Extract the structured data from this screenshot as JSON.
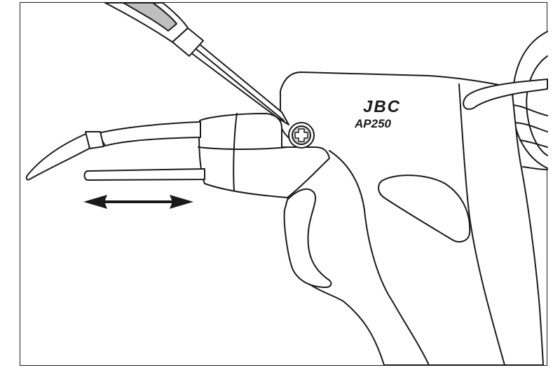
{
  "labels": {
    "brand": "JBC",
    "model": "AP250"
  },
  "colors": {
    "line": "#1a1a1a",
    "fill": "#ffffff",
    "screw_fill": "#d9d9d9",
    "background": "#ffffff"
  },
  "icons": {
    "adjust_arrow": "double-headed-horizontal-arrow",
    "screw": "phillips-screw-head",
    "tool": "screwdriver"
  }
}
